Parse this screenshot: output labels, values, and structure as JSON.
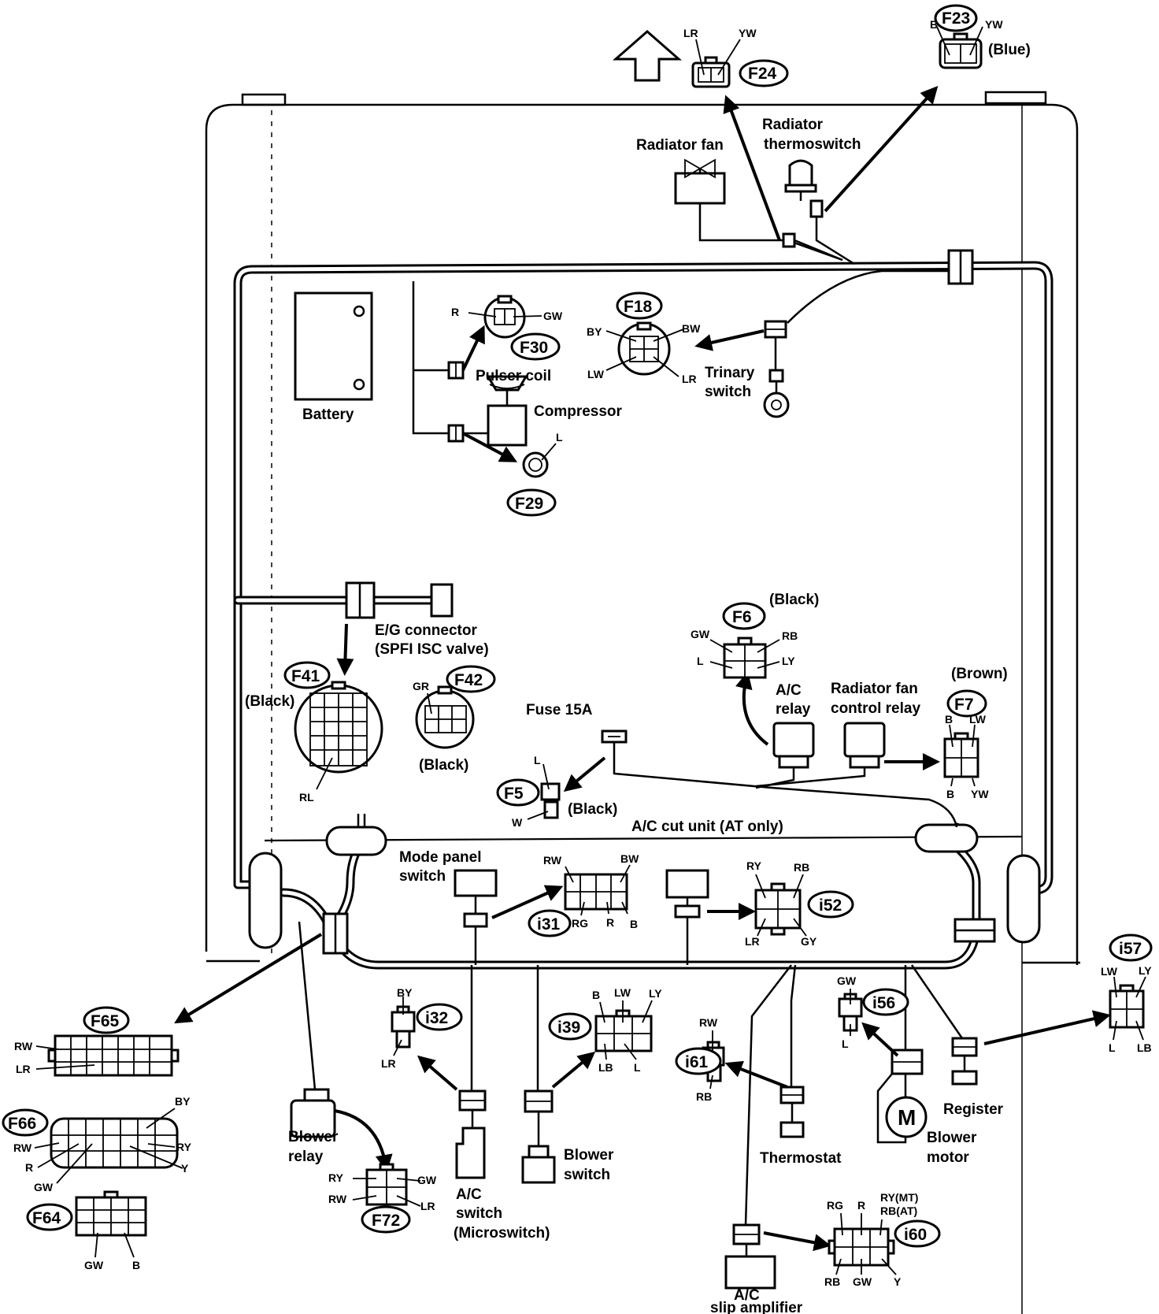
{
  "components": {
    "radiator_fan": "Radiator fan",
    "radiator_thermoswitch_1": "Radiator",
    "radiator_thermoswitch_2": "thermoswitch",
    "pulser_coil": "Pulser coil",
    "compressor": "Compressor",
    "battery": "Battery",
    "trinary_switch_1": "Trinary",
    "trinary_switch_2": "switch",
    "eg_connector_1": "E/G connector",
    "eg_connector_2": "(SPFI ISC valve)",
    "fuse": "Fuse 15A",
    "ac_relay_1": "A/C",
    "ac_relay_2": "relay",
    "radiator_fan_relay_1": "Radiator fan",
    "radiator_fan_relay_2": "control relay",
    "ac_cut_unit": "A/C cut unit (AT only)",
    "mode_panel_1": "Mode panel",
    "mode_panel_2": "switch",
    "blower_relay_1": "Blower",
    "blower_relay_2": "relay",
    "ac_switch_1": "A/C",
    "ac_switch_2": "switch",
    "ac_switch_3": "(Microswitch)",
    "blower_switch_1": "Blower",
    "blower_switch_2": "switch",
    "thermostat": "Thermostat",
    "register": "Register",
    "blower_motor_1": "Blower",
    "blower_motor_2": "motor",
    "motor_symbol": "M",
    "slip_amp_1": "A/C",
    "slip_amp_2": "slip amplifier"
  },
  "connectors": {
    "F23": {
      "id": "F23",
      "color": "(Blue)",
      "pins": [
        "B",
        "YW"
      ]
    },
    "F24": {
      "id": "F24",
      "pins": [
        "LR",
        "YW"
      ]
    },
    "F30": {
      "id": "F30",
      "pins": [
        "R",
        "GW"
      ]
    },
    "F18": {
      "id": "F18",
      "pins": [
        "BY",
        "BW",
        "LW",
        "LR"
      ]
    },
    "F29": {
      "id": "F29",
      "pins": [
        "L"
      ]
    },
    "F41": {
      "id": "F41",
      "color": "(Black)",
      "pins": [
        "RL"
      ]
    },
    "F42": {
      "id": "F42",
      "color": "(Black)",
      "pins": [
        "GR"
      ]
    },
    "F6": {
      "id": "F6",
      "color": "(Black)",
      "pins": [
        "GW",
        "RB",
        "L",
        "LY"
      ]
    },
    "F7": {
      "id": "F7",
      "color": "(Brown)",
      "pins": [
        "B",
        "LW",
        "B",
        "YW"
      ]
    },
    "F5": {
      "id": "F5",
      "color": "(Black)",
      "pins": [
        "L",
        "W"
      ]
    },
    "i31": {
      "id": "i31",
      "pins": [
        "RW",
        "BW",
        "RG",
        "R",
        "B"
      ]
    },
    "i52": {
      "id": "i52",
      "pins": [
        "RY",
        "RB",
        "LR",
        "GY"
      ]
    },
    "i57": {
      "id": "i57",
      "pins": [
        "LW",
        "LY",
        "L",
        "LB"
      ]
    },
    "F65": {
      "id": "F65",
      "pins": [
        "RW",
        "LR"
      ]
    },
    "F66": {
      "id": "F66",
      "pins": [
        "BY",
        "RW",
        "RY",
        "R",
        "GW",
        "Y"
      ]
    },
    "F64": {
      "id": "F64",
      "pins": [
        "GW",
        "B"
      ]
    },
    "i32": {
      "id": "i32",
      "pins": [
        "BY",
        "LR"
      ]
    },
    "i39": {
      "id": "i39",
      "pins": [
        "B",
        "LW",
        "LY",
        "LB",
        "L"
      ]
    },
    "i61": {
      "id": "i61",
      "pins": [
        "RW",
        "RB"
      ]
    },
    "i56": {
      "id": "i56",
      "pins": [
        "GW",
        "L"
      ]
    },
    "F72": {
      "id": "F72",
      "pins": [
        "RY",
        "GW",
        "RW",
        "LR"
      ]
    },
    "i60": {
      "id": "i60",
      "pins": [
        "RG",
        "R",
        "RY(MT)",
        "RB(AT)",
        "RB",
        "GW",
        "Y"
      ]
    }
  }
}
